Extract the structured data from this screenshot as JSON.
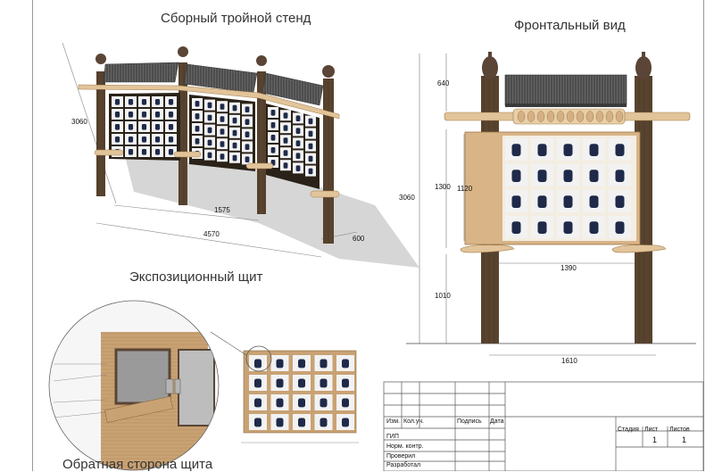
{
  "headings": {
    "triple_stand": "Сборный тройной стенд",
    "front_view": "Фронтальный вид",
    "exhibit_panel": "Экспозиционный щит",
    "back_side": "Обратная сторона щита"
  },
  "dimensions": {
    "iso_height": "3060",
    "iso_width_module": "1575",
    "iso_width_total": "4570",
    "iso_depth": "600",
    "front_roof": "640",
    "front_total_height": "3060",
    "front_panel_outer": "1300",
    "front_panel_inner": "1120",
    "front_panel_width": "1390",
    "front_leg_height": "1010",
    "front_total_width": "1610"
  },
  "title_block": {
    "col_izm": "Изм.",
    "col_koluch": "Кол.уч.",
    "col_podpis": "Подпись",
    "col_data": "Дата",
    "row_gip": "ГИП",
    "row_normkontr": "Норм. контр.",
    "row_proveril": "Проверил",
    "row_razrabotal": "Разработал",
    "stadia_label": "Стадия",
    "list_label": "Лист",
    "listov_label": "Листов",
    "list_value": "1",
    "listov_value": "1"
  },
  "colors": {
    "post": "#5a4536",
    "post_dark": "#3e2e24",
    "roof": "#4a4a4a",
    "wood_light": "#e2c49a",
    "board": "#d9b98c",
    "tile_bg": "#f2f2f2",
    "tile_icon": "#1f2a4a",
    "shadow": "#cfcfcf",
    "line": "#333333"
  }
}
